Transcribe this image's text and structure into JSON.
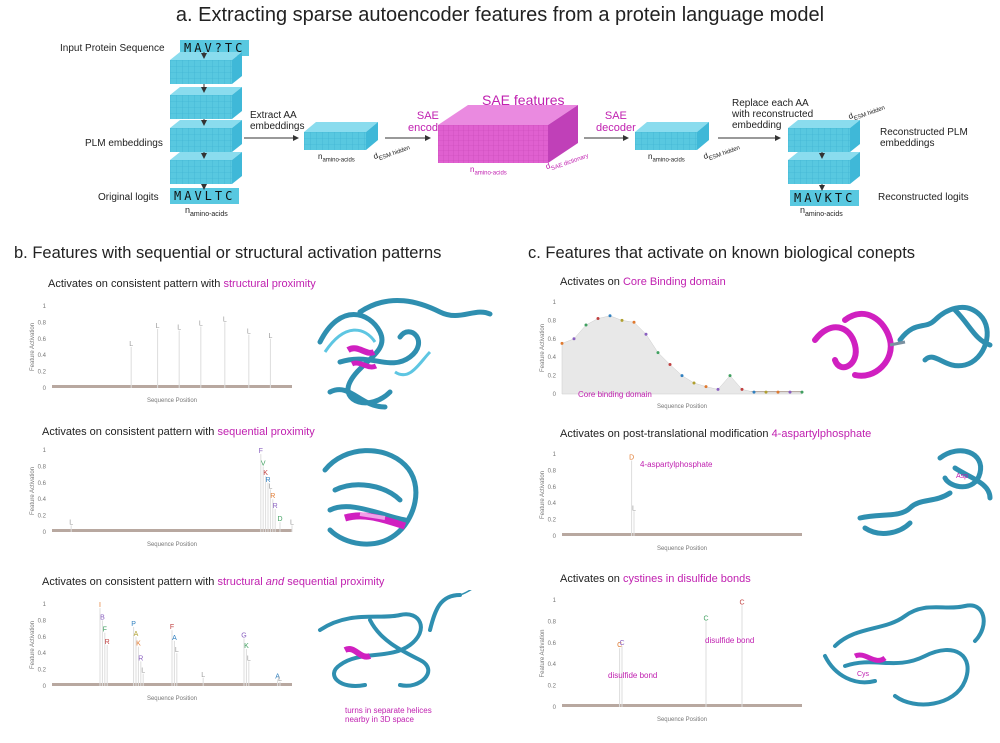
{
  "panel_a": {
    "title": "a. Extracting sparse autoencoder features from a protein language model",
    "input_label": "Input Protein Sequence",
    "input_seq": "MAV?TC",
    "plm_label": "PLM embeddings",
    "logits_label": "Original logits",
    "logits_seq": "MAVLTC",
    "n_aa": "n",
    "n_aa_sub": "amino-acids",
    "extract_label_1": "Extract AA",
    "extract_label_2": "embeddings",
    "sae_encoder_1": "SAE",
    "sae_encoder_2": "encoder",
    "sae_features": "SAE features",
    "sae_decoder_1": "SAE",
    "sae_decoder_2": "decoder",
    "d_plm": "d",
    "d_plm_sub": "ESM hidden",
    "d_sae_sub": "SAE dictionary",
    "replace_1": "Replace each AA",
    "replace_2": "with reconstructed",
    "replace_3": "embedding",
    "recon_plm_1": "Reconstructed PLM",
    "recon_plm_2": "embeddings",
    "recon_logits": "Reconstructed logits",
    "recon_seq": "MAVKTC"
  },
  "panel_b": {
    "title": "b. Features with sequential or structural activation patterns",
    "p1_pre": "Activates on consistent pattern with ",
    "p1_hl": "structural proximity",
    "p2_pre": "Activates on consistent pattern with ",
    "p2_hl": "sequential proximity",
    "p3_pre": "Activates on consistent pattern with ",
    "p3_hl1": "structural ",
    "p3_hl_it": "and",
    "p3_hl2": " sequential proximity",
    "p3_note_1": "turns in separate helices",
    "p3_note_2": "nearby in 3D space"
  },
  "panel_c": {
    "title": "c. Features that activate on known biological conepts",
    "p1_pre": "Activates on ",
    "p1_hl": "Core Binding domain",
    "p1_note": "Core binding domain",
    "p2_pre": "Activates on post-translational modification ",
    "p2_hl": "4-aspartylphosphate",
    "p2_note": "4-aspartylphosphate",
    "p2_struct_label": "Asp",
    "p3_pre": "Activates on ",
    "p3_hl": "cystines in disulfide bonds",
    "p3_note": "disulfide bond",
    "p3_struct_label": "Cys"
  },
  "axis": {
    "x_title": "Sequence Position",
    "y_title": "Feature Activation"
  },
  "chart_data": [
    {
      "type": "bar",
      "panel": "b1",
      "ylim": [
        0,
        1
      ],
      "yticks": [
        "0",
        "0.2",
        "0.4",
        "0.6",
        "0.8",
        "1"
      ],
      "series": [
        {
          "x": [
            0.33,
            0.44,
            0.53,
            0.62,
            0.72,
            0.82,
            0.91
          ],
          "values": [
            0.5,
            0.72,
            0.7,
            0.75,
            0.8,
            0.65,
            0.6
          ],
          "labels": [
            "L",
            "L",
            "L",
            "L",
            "L",
            "L",
            "L"
          ]
        }
      ]
    },
    {
      "type": "bar",
      "panel": "b2",
      "ylim": [
        0,
        1
      ],
      "yticks": [
        "0",
        "0.2",
        "0.4",
        "0.6",
        "0.8",
        "1"
      ],
      "series": [
        {
          "x": [
            0.08,
            0.87,
            0.88,
            0.89,
            0.9,
            0.91,
            0.92,
            0.93,
            0.95,
            1.0
          ],
          "values": [
            0.08,
            0.95,
            0.8,
            0.68,
            0.6,
            0.52,
            0.4,
            0.28,
            0.12,
            0.08
          ],
          "labels": [
            "L",
            "F",
            "V",
            "K",
            "R",
            "L",
            "R",
            "R",
            "D",
            "L"
          ]
        }
      ]
    },
    {
      "type": "bar",
      "panel": "b3",
      "ylim": [
        0,
        1
      ],
      "yticks": [
        "0",
        "0.2",
        "0.4",
        "0.6",
        "0.8",
        "1"
      ],
      "series": [
        {
          "x": [
            0.2,
            0.21,
            0.22,
            0.23,
            0.34,
            0.35,
            0.36,
            0.37,
            0.38,
            0.5,
            0.51,
            0.52,
            0.63,
            0.8,
            0.81,
            0.82,
            0.94,
            0.95
          ],
          "values": [
            0.95,
            0.8,
            0.65,
            0.5,
            0.72,
            0.6,
            0.48,
            0.3,
            0.15,
            0.68,
            0.55,
            0.4,
            0.1,
            0.58,
            0.45,
            0.3,
            0.08,
            0.05
          ],
          "labels": [
            "I",
            "B",
            "F",
            "R",
            "P",
            "A",
            "K",
            "R",
            "L",
            "F",
            "A",
            "L",
            "L",
            "G",
            "K",
            "L",
            "A",
            "L"
          ]
        }
      ]
    },
    {
      "type": "area",
      "panel": "c1",
      "ylim": [
        0,
        1
      ],
      "yticks": [
        "0",
        "0.2",
        "0.4",
        "0.6",
        "0.8",
        "1"
      ],
      "series": [
        {
          "x": [
            0,
            0.05,
            0.1,
            0.15,
            0.2,
            0.25,
            0.3,
            0.35,
            0.4,
            0.45,
            0.5,
            0.55,
            0.6,
            0.65,
            0.7,
            0.75,
            0.8,
            0.85,
            0.9,
            0.95,
            1.0
          ],
          "values": [
            0.55,
            0.6,
            0.75,
            0.82,
            0.85,
            0.8,
            0.78,
            0.65,
            0.45,
            0.32,
            0.2,
            0.12,
            0.08,
            0.05,
            0.2,
            0.05,
            0.02,
            0.02,
            0.02,
            0.02,
            0.02
          ]
        }
      ]
    },
    {
      "type": "bar",
      "panel": "c2",
      "ylim": [
        0,
        1
      ],
      "yticks": [
        "0",
        "0.2",
        "0.4",
        "0.6",
        "0.8",
        "1"
      ],
      "series": [
        {
          "x": [
            0.29,
            0.3
          ],
          "values": [
            0.92,
            0.3
          ],
          "labels": [
            "D",
            "L"
          ]
        }
      ]
    },
    {
      "type": "bar",
      "panel": "c3",
      "ylim": [
        0,
        1
      ],
      "yticks": [
        "0",
        "0.2",
        "0.4",
        "0.6",
        "0.8",
        "1"
      ],
      "series": [
        {
          "x": [
            0.24,
            0.25,
            0.6,
            0.75
          ],
          "values": [
            0.55,
            0.57,
            0.8,
            0.95
          ],
          "labels": [
            "C",
            "C",
            "C",
            "C"
          ]
        }
      ]
    }
  ]
}
